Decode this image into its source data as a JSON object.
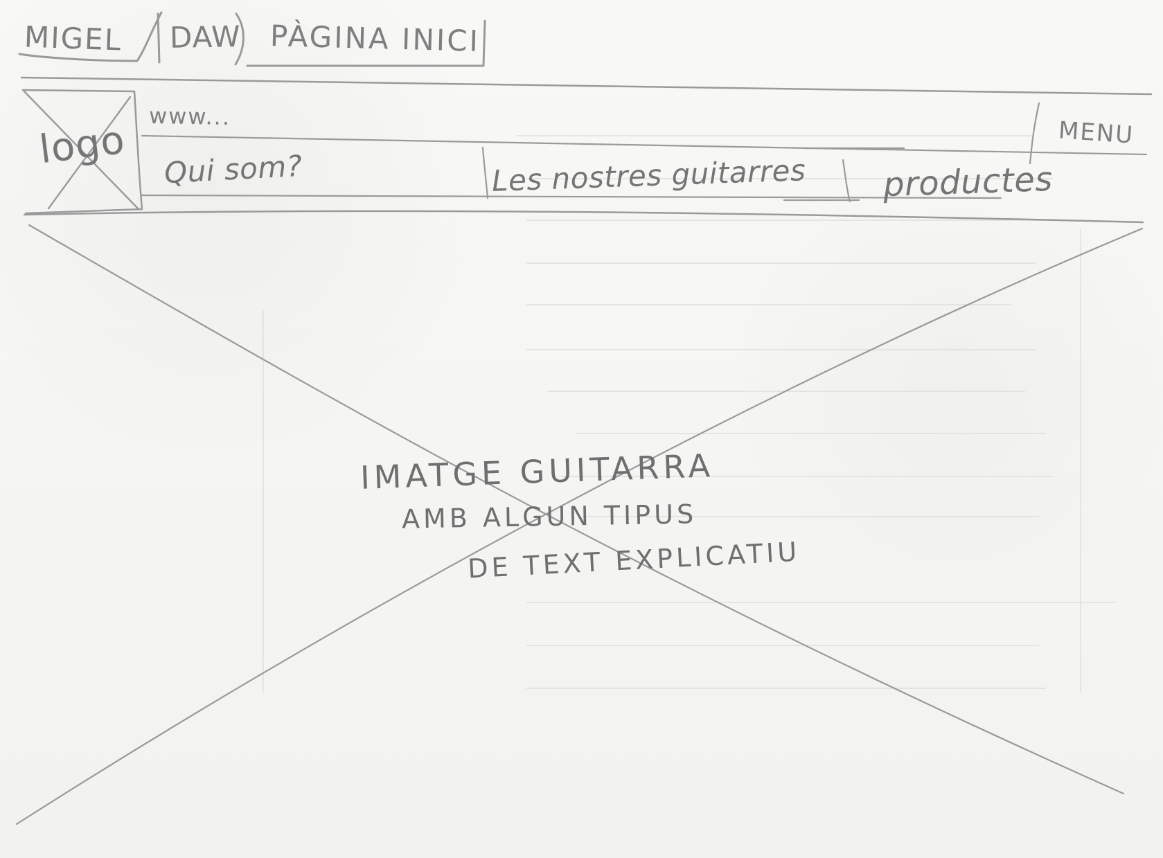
{
  "wireframe": {
    "title_bar": {
      "name": "MIGEL",
      "course": "DAW",
      "page": "PÀGINA INICI"
    },
    "header": {
      "logo_label": "logo",
      "url_label": "www...",
      "menu_label": "MENU"
    },
    "navigation": {
      "items": [
        {
          "label": "Qui som?"
        },
        {
          "label": "Les nostres guitarres"
        },
        {
          "label": "productes"
        }
      ]
    },
    "hero": {
      "line_1": "IMATGE GUITARRA",
      "line_2": "AMB ALGUN TIPUS",
      "line_3": "DE TEXT EXPLICATIU"
    }
  }
}
